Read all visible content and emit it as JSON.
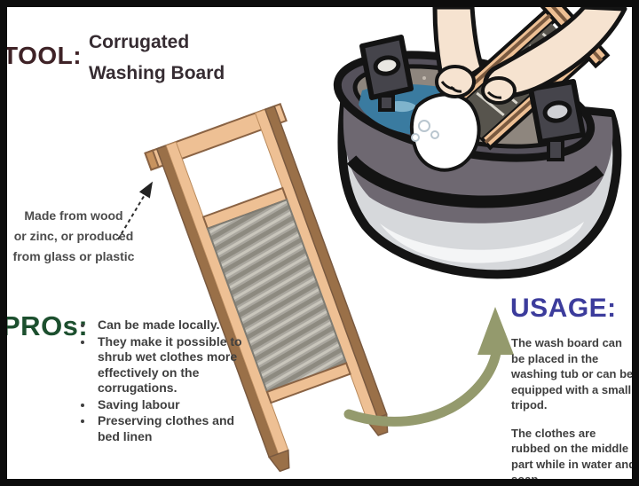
{
  "header": {
    "tool_label": "TOOL:",
    "title": "Corrugated\nWashing Board"
  },
  "material_note": {
    "text": "Made from wood or zinc, or produced from glass or plastic",
    "lines": "Made from wood\nor zinc, or produced\nfrom glass or plastic"
  },
  "pros": {
    "label": "PROs:",
    "items": [
      "Can be made locally.",
      "They make it possible to shrub wet clothes more effectively on the corrugations.",
      "Saving labour",
      "Preserving clothes and bed linen"
    ]
  },
  "usage": {
    "label": "USAGE:",
    "paragraphs": [
      "The wash board can be placed in the washing tub or can be equipped with a small tripod.",
      "The clothes are rubbed on the middle part while in water and soap."
    ]
  },
  "illustrations": {
    "washboard": "corrugated washing board leaning diagonally",
    "washing_tub": "washing tub with hands rubbing clothes on wash board in water",
    "material_arrow": "dashed arrow from material note to washboard",
    "usage_arrow": "curved arrow pointing up toward usage section"
  },
  "colors": {
    "frame_border": "#0d0d0d",
    "tool_label": "#3f2327",
    "title": "#362c32",
    "pros_label": "#1c4f2e",
    "usage_label": "#3c3c9c",
    "body_text": "#3f3f3f",
    "usage_arrow_olive": "#949a6d",
    "wood_light": "#eec094",
    "wood_dark": "#9a7048",
    "corrugation_gray": "#aaa79f",
    "tub_band_gray": "#6e6871",
    "tub_body_gray": "#d6d8db",
    "water_blue": "#3a7ba0",
    "skin": "#f6e3d0"
  }
}
